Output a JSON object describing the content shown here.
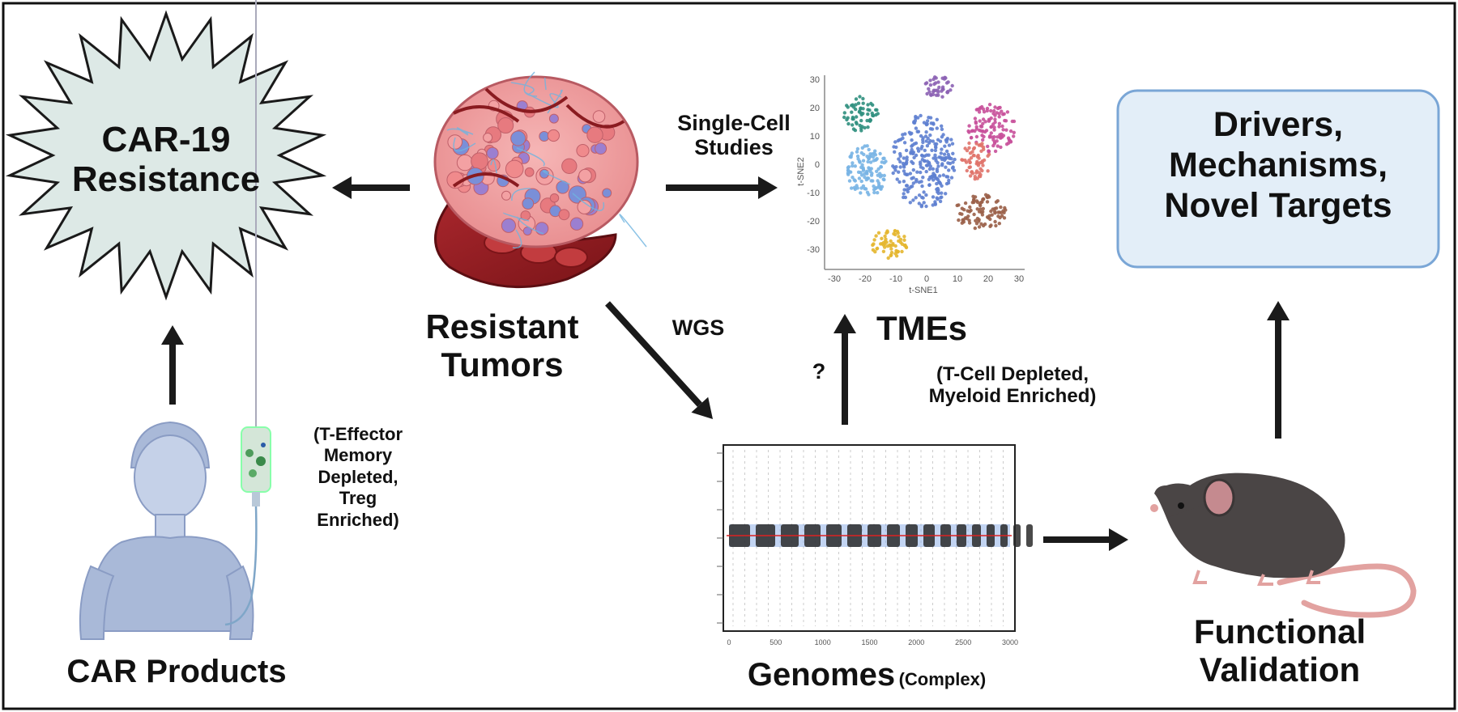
{
  "nodes": {
    "resistance": {
      "line1": "CAR-19",
      "line2": "Resistance"
    },
    "tumors": {
      "line1": "Resistant",
      "line2": "Tumors"
    },
    "drivers": {
      "line1": "Drivers,",
      "line2": "Mechanisms,",
      "line3": "Novel Targets"
    },
    "tmes": {
      "title": "TMEs",
      "line1": "(T-Cell Depleted,",
      "line2": "Myeloid Enriched)"
    },
    "car_products": {
      "title": "CAR Products",
      "note_line1": "(T-Effector",
      "note_line2": "Memory",
      "note_line3": "Depleted,",
      "note_line4": "Treg",
      "note_line5": "Enriched)"
    },
    "genomes": {
      "title": "Genomes",
      "subtitle": "(Complex)"
    },
    "validation": {
      "line1": "Functional",
      "line2": "Validation"
    }
  },
  "edges": {
    "single_cell_line1": "Single-Cell",
    "single_cell_line2": "Studies",
    "wgs": "WGS",
    "question": "?"
  },
  "tsne": {
    "xlabel": "t-SNE1",
    "ylabel": "t-SNE2",
    "xticks": [
      "-30",
      "-20",
      "-10",
      "0",
      "10",
      "20",
      "30"
    ],
    "yticks": [
      "30",
      "20",
      "10",
      "0",
      "-10",
      "-20",
      "-30"
    ]
  },
  "genome_plot": {
    "xticks": [
      "0",
      "500",
      "1000",
      "1500",
      "2000",
      "2500",
      "3000"
    ]
  },
  "colors": {
    "burst_fill": "#dde9e6",
    "box_fill": "#e3eef8",
    "box_stroke": "#7aa6d6",
    "arrow": "#1a1a1a",
    "cluster_teal": "#2f8f7e",
    "cluster_purple": "#8c62b4",
    "cluster_magenta": "#c8509a",
    "cluster_blue": "#5e7fd0",
    "cluster_lightblue": "#78b4e4",
    "cluster_salmon": "#e0736a",
    "cluster_brown": "#9a5f48",
    "cluster_yellow": "#e4b62e",
    "patient": "#a9b9d8",
    "mouse": "#4a4545"
  }
}
